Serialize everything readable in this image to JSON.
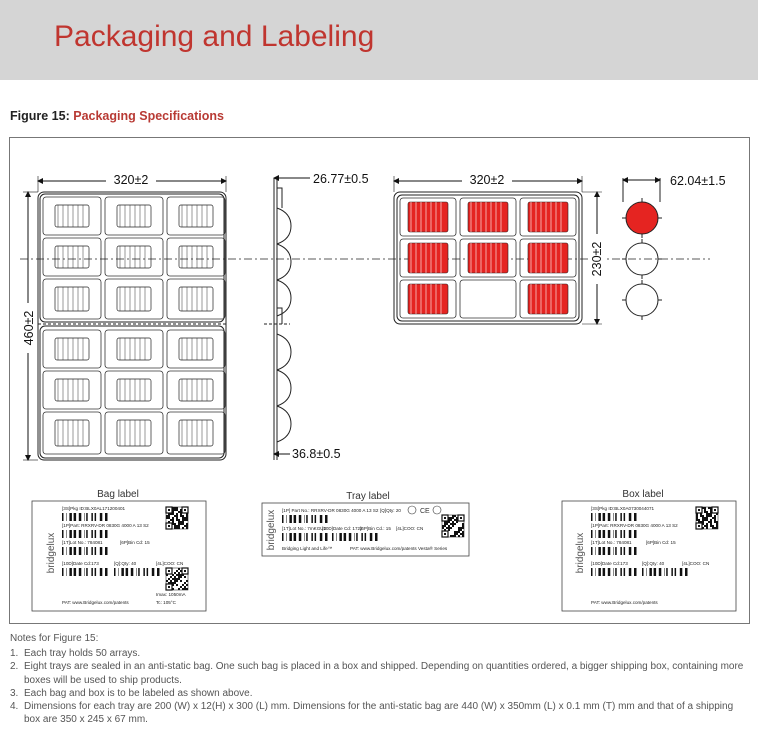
{
  "header": {
    "title": "Packaging and Labeling"
  },
  "figure": {
    "number": "Figure 15:",
    "title": "Packaging Specifications",
    "dimensions": {
      "tray_width": "320±2",
      "tray_height_double": "460±2",
      "side_top": "26.77±0.5",
      "side_bottom": "36.8±0.5",
      "tray_width_right": "320±2",
      "tray_height_single": "230±2",
      "array_width": "62.04±1.5"
    },
    "labels": {
      "bag": {
        "title": "Bag label",
        "brand": "bridgelux",
        "line1": "[3S]Pkg ID:BLX0AL171200401",
        "line2": "[1P]Part: RRXRV-DR 0830G 4000 A 13 S2",
        "line3": "[1T]Lot No.: 784081",
        "line3b": "[6P]Bin Cd: 15",
        "line4": "[10D]Date Cd:173",
        "line4b": "[Q]:Qty: 40",
        "line4c": "[4L]COO: CN",
        "line5": "PAT: www.Bridgelux.com/patents",
        "line5b": "Imax: 1050mA",
        "line5c": "Tc:    105°C"
      },
      "tray": {
        "title": "Tray label",
        "brand": "bridgelux",
        "line1": "[1P] Part No.: RRXRV-DR 0830G 4000 A 13 S2",
        "line1b": "[Q]Qty: 20",
        "line2": "[1T]Lot No.: 7mKGU3",
        "line2b": "[10D]Date Cd: 1722",
        "line2c": "[6P]Bin Cd.: 15",
        "line2d": "[4L]COO: CN",
        "line3": "Bridging Light and Life™",
        "line3b": "PAT: www.Bridgelux.com/patents",
        "line3c": "Vesta® Series"
      },
      "box": {
        "title": "Box label",
        "brand": "bridgelux",
        "line1": "[3S]Pkg ID:BLX0A0730044071",
        "line2": "[1P]Part: RRXRV-DR 0830G 4000 A 13 S2",
        "line3": "[1T]Lot No.: 784081",
        "line3b": "[6P]Bin Cd: 15",
        "line4": "[10D]Date Cd:173",
        "line4b": "[Q]:Qty: 40",
        "line4c": "[4L]COO: CN",
        "line5": "PAT: www.Bridgelux.com/patents"
      }
    }
  },
  "notes": {
    "heading": "Notes for Figure 15:",
    "items": [
      {
        "num": "1.",
        "text": "Each tray holds 50 arrays."
      },
      {
        "num": "2.",
        "text": "Eight trays are sealed in an anti-static bag. One such bag is placed in a box and shipped. Depending on quantities ordered, a bigger shipping box, containing more boxes will be used to ship products."
      },
      {
        "num": "3.",
        "text": "Each bag and box is to be labeled as shown above."
      },
      {
        "num": "4.",
        "text": "Dimensions for each tray are 200 (W) x 12(H) x 300 (L) mm. Dimensions for the anti-static bag are 440 (W) x 350mm (L) x 0.1 mm (T) mm and that of a shipping box are 350 x 245 x 67 mm."
      }
    ]
  },
  "colors": {
    "accent": "#c0352f",
    "array_red": "#e52421",
    "header_bg": "#d5d5d5"
  }
}
